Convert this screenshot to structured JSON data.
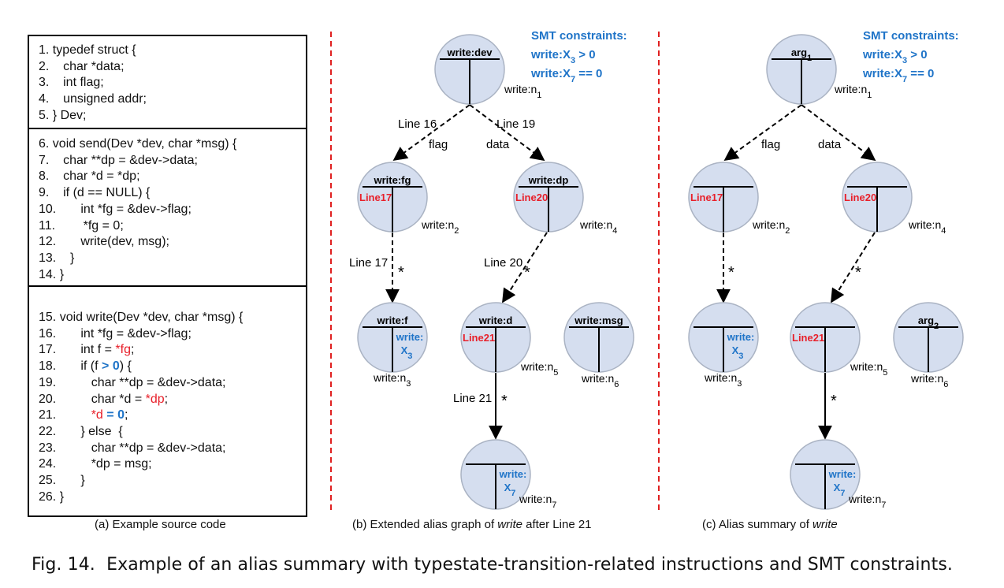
{
  "code": {
    "block1": [
      [
        "1. typedef struct {"
      ],
      [
        "2.    char *data;"
      ],
      [
        "3.    int flag;"
      ],
      [
        "4.    unsigned addr;"
      ],
      [
        "5. } Dev;"
      ]
    ],
    "block2": [
      [
        "6. void send(Dev *dev, char *msg) {"
      ],
      [
        "7.    char **dp = &dev->data;"
      ],
      [
        "8.    char *d = *dp;"
      ],
      [
        "9.    if (d == NULL) {"
      ],
      [
        "10.       int *fg = &dev->flag;"
      ],
      [
        "11.        *fg = 0;"
      ],
      [
        "12.       write(dev, msg);"
      ],
      [
        "13.    }"
      ],
      [
        "14. }"
      ]
    ],
    "block3": [
      [
        "15. void write(Dev *dev, char *msg) {"
      ],
      [
        "16.       int *fg = &dev->flag;"
      ],
      [
        "17.       int f = ",
        "*fg",
        ";"
      ],
      [
        "18.       if (f ",
        "> 0",
        ") {"
      ],
      [
        "19.          char **dp = &dev->data;"
      ],
      [
        "20.          char *d = ",
        "*dp",
        ";"
      ],
      [
        "21.          ",
        "*d",
        " ",
        "= 0",
        ";"
      ],
      [
        "22.       } else  {"
      ],
      [
        "23.          char **dp = &dev->data;"
      ],
      [
        "24.          *dp = msg;"
      ],
      [
        "25.       }"
      ],
      [
        "26. }"
      ]
    ]
  },
  "captions": {
    "a": "(a) Example source code",
    "b_pre": "(b) Extended alias graph of ",
    "b_it": "write",
    "b_post": " after Line 21",
    "c_pre": "(c) Alias summary of ",
    "c_it": "write"
  },
  "figure_caption": "Fig. 14.  Example of an alias summary with typestate-transition-related instructions and SMT constraints.",
  "constraints": {
    "title": "SMT constraints:",
    "c1": "write:X",
    "c1_sub": "3",
    "c1_tail": " > 0",
    "c2": "write:X",
    "c2_sub": "7",
    "c2_tail": " == 0"
  },
  "graph_b": {
    "nodes": {
      "n1_top": "write:dev",
      "n1_label": "write:n",
      "n1_sub": "1",
      "n2_top": "write:fg",
      "n2_left": "Line17",
      "n2_label": "write:n",
      "n2_sub": "2",
      "n4_top": "write:dp",
      "n4_left": "Line20",
      "n4_label": "write:n",
      "n4_sub": "4",
      "n3_top": "write:f",
      "n3_right1": "write:",
      "n3_right2": "X",
      "n3_right2_sub": "3",
      "n3_label": "write:n",
      "n3_sub": "3",
      "n5_top": "write:d",
      "n5_left": "Line21",
      "n5_label": "write:n",
      "n5_sub": "5",
      "n6_top": "write:msg",
      "n6_label": "write:n",
      "n6_sub": "6",
      "n7_right1": "write:",
      "n7_right2": "X",
      "n7_right2_sub": "7",
      "n7_label": "write:n",
      "n7_sub": "7"
    },
    "edges": {
      "e1": "Line 16",
      "e1b": "flag",
      "e2": "Line 19",
      "e2b": "data",
      "e3": "Line 17",
      "e4": "Line 20",
      "e5": "Line 21",
      "star": "*"
    }
  },
  "graph_c": {
    "nodes": {
      "n1_top": "arg",
      "n1_top_sub": "1",
      "n1_label": "write:n",
      "n1_sub": "1",
      "n2_left": "Line17",
      "n2_label": "write:n",
      "n2_sub": "2",
      "n4_left": "Line20",
      "n4_label": "write:n",
      "n4_sub": "4",
      "n3_right1": "write:",
      "n3_right2": "X",
      "n3_right2_sub": "3",
      "n3_label": "write:n",
      "n3_sub": "3",
      "n5_left": "Line21",
      "n5_label": "write:n",
      "n5_sub": "5",
      "n6_top": "arg",
      "n6_top_sub": "2",
      "n6_label": "write:n",
      "n6_sub": "6",
      "n7_right1": "write:",
      "n7_right2": "X",
      "n7_right2_sub": "7",
      "n7_label": "write:n",
      "n7_sub": "7"
    },
    "edges": {
      "e1b": "flag",
      "e2b": "data",
      "star": "*"
    }
  },
  "colors": {
    "node_fill": "#d5deef",
    "node_stroke": "#aab3c3",
    "red": "#e8202a",
    "blue": "#1f74c8",
    "divider": "#e02020"
  }
}
